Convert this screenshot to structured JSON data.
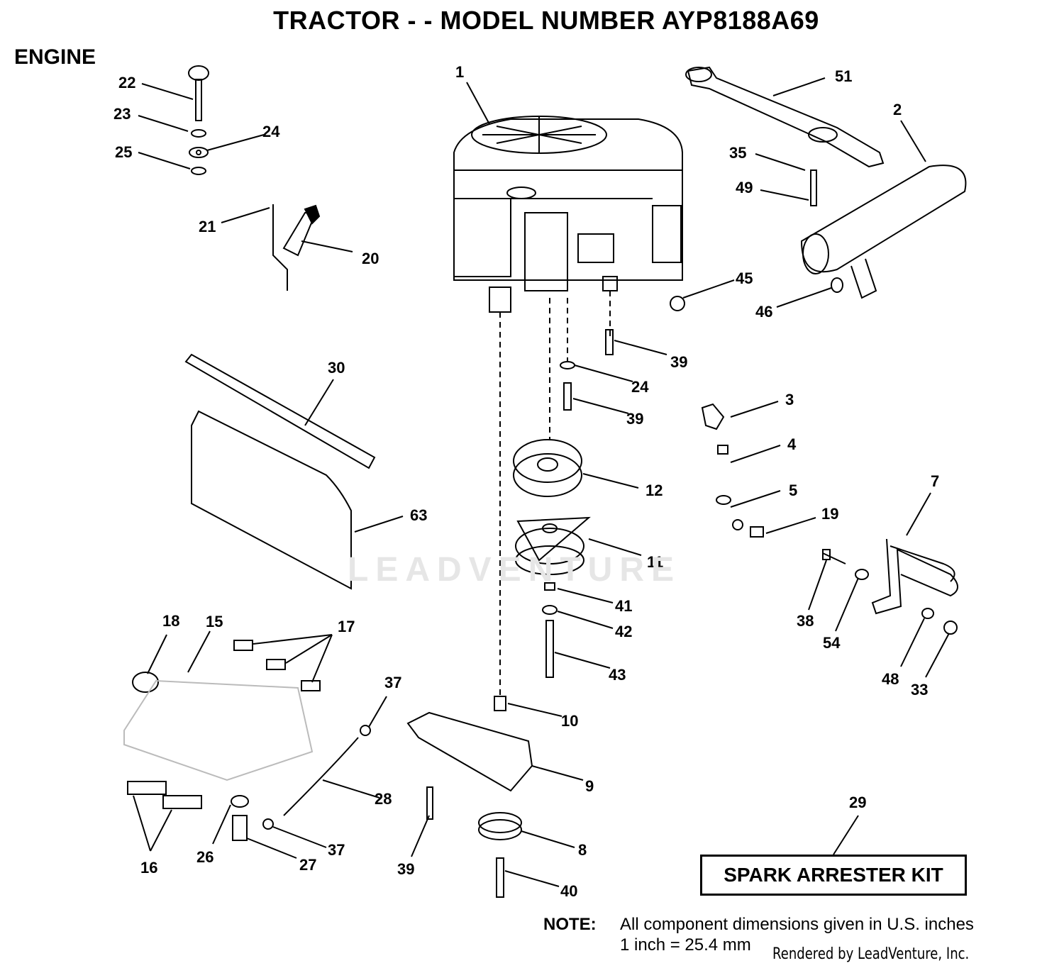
{
  "header": {
    "title": "TRACTOR - - MODEL NUMBER AYP8188A69",
    "section": "ENGINE"
  },
  "kit_label": "SPARK ARRESTER KIT",
  "note": {
    "label": "NOTE:",
    "text": "All component dimensions given in U.S. inches",
    "conversion": "1 inch = 25.4 mm"
  },
  "credit": "Rendered by LeadVenture, Inc.",
  "watermark": "LEADVENTURE",
  "callouts": [
    "22",
    "23",
    "24",
    "25",
    "21",
    "20",
    "1",
    "51",
    "2",
    "35",
    "49",
    "45",
    "46",
    "39",
    "24",
    "39",
    "3",
    "4",
    "5",
    "19",
    "12",
    "11",
    "41",
    "42",
    "43",
    "30",
    "63",
    "7",
    "38",
    "54",
    "48",
    "33",
    "18",
    "15",
    "17",
    "37",
    "28",
    "10",
    "9",
    "16",
    "26",
    "27",
    "37",
    "39",
    "8",
    "40",
    "29"
  ],
  "colors": {
    "ink": "#000000",
    "watermark": "#e6e6e6"
  }
}
